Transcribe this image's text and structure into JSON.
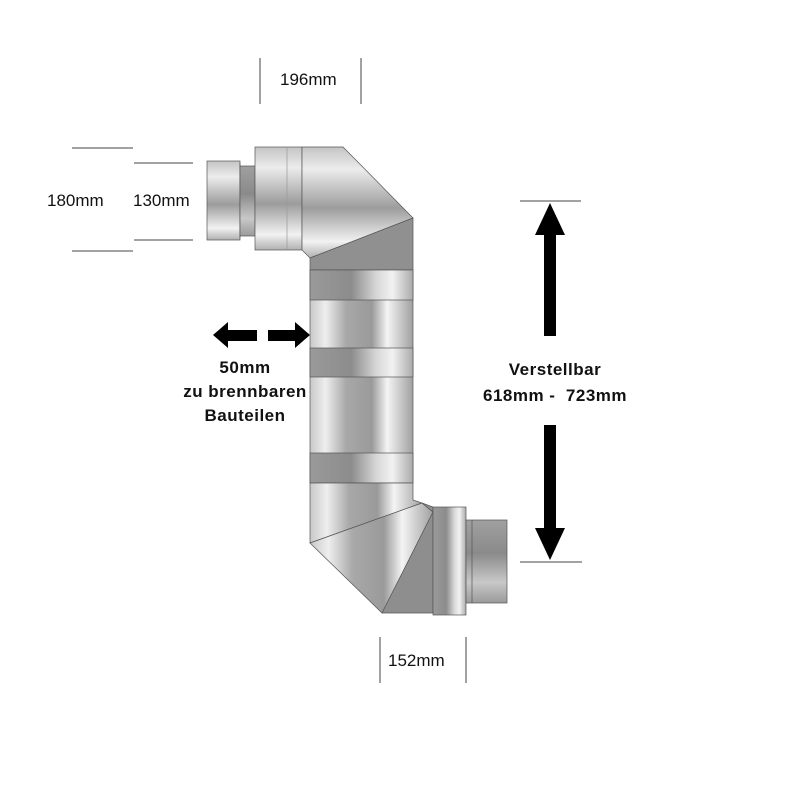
{
  "dimensions": {
    "top_width": "196mm",
    "outer_diameter": "180mm",
    "inner_diameter": "130mm",
    "bottom_width": "152mm"
  },
  "clearance": {
    "line1": "50mm",
    "line2": "zu brennbaren",
    "line3": "Bauteilen"
  },
  "adjustable": {
    "label": "Verstellbar",
    "range": "618mm -  723mm"
  },
  "colors": {
    "pipe_light": "#e8e8e8",
    "pipe_mid": "#b4b4b4",
    "pipe_dark": "#8a8a8a",
    "arrow": "#000000",
    "dim_line": "#444444"
  }
}
